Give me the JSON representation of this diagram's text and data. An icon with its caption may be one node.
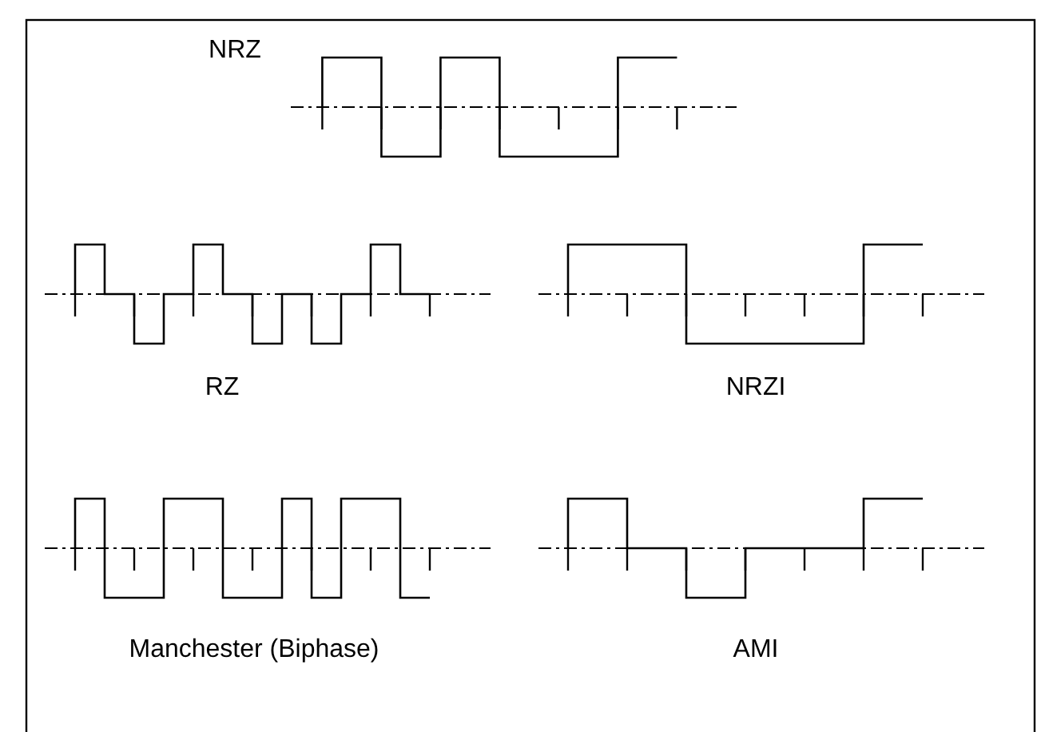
{
  "diagram": {
    "labels": [
      "NRZ",
      "RZ",
      "NRZI",
      "Manchester (Biphase)",
      "AMI"
    ]
  }
}
